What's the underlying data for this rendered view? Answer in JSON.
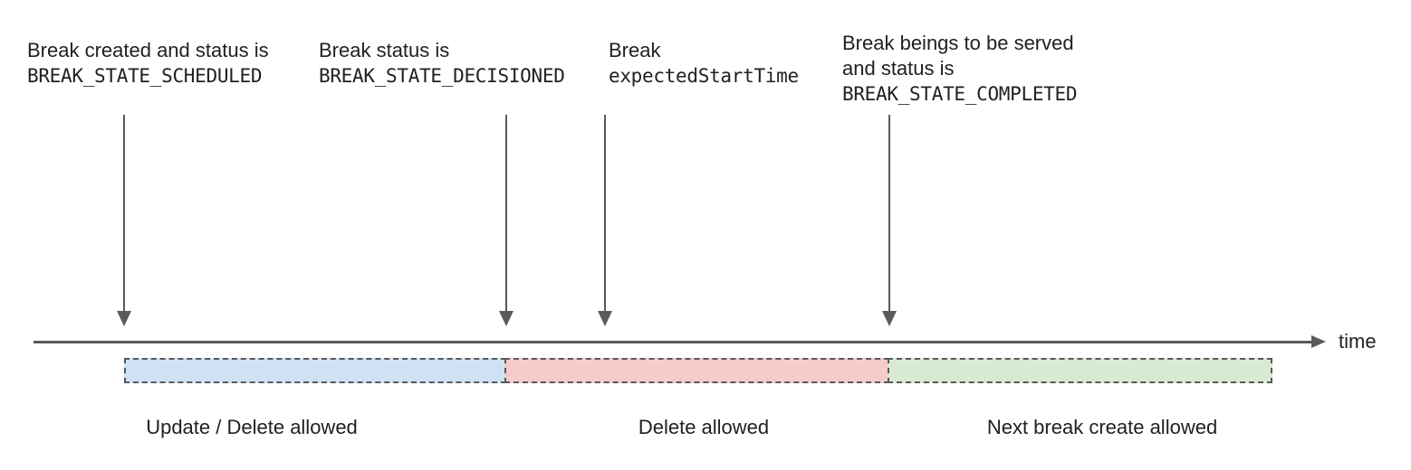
{
  "annotations": [
    {
      "line1": "Break created and status is",
      "code_line": "BREAK_STATE_SCHEDULED"
    },
    {
      "line1": "Break status is",
      "code_line": "BREAK_STATE_DECISIONED"
    },
    {
      "line1": "Break",
      "code_line": "expectedStartTime"
    },
    {
      "line1": "Break beings to be served",
      "line2": "and status is",
      "code_line": "BREAK_STATE_COMPLETED"
    }
  ],
  "timeline": {
    "axis_label": "time"
  },
  "segments": [
    {
      "label": "Update / Delete allowed",
      "fill": "#cfe2f3"
    },
    {
      "label": "Delete allowed",
      "fill": "#f4cccc"
    },
    {
      "label": "Next break create allowed",
      "fill": "#d9ead3"
    }
  ],
  "colors": {
    "text": "#202124",
    "arrow": "#5a5a5a",
    "segment_border": "#595959"
  }
}
